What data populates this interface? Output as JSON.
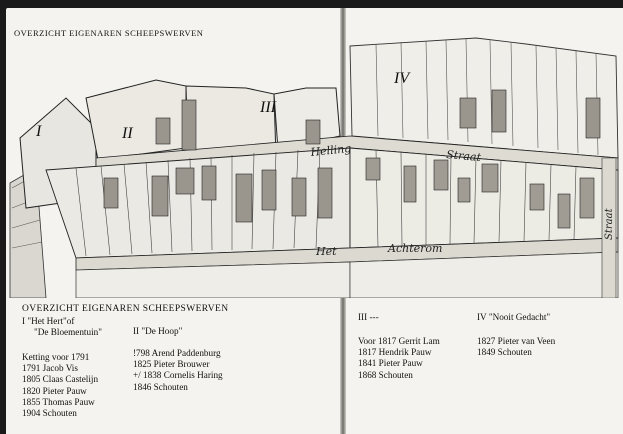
{
  "map": {
    "heading": "OVERZICHT EIGENAREN SCHEEPSWERVEN",
    "zone_labels": [
      "I",
      "II",
      "III",
      "IV"
    ],
    "street_labels": [
      "Helling",
      "Straat",
      "Het",
      "Achterom",
      "Straat"
    ]
  },
  "overview": {
    "title": "OVERZICHT EIGENAREN SCHEEPSWERVEN",
    "yard_1": {
      "name_line1": "I \"Het Hert\"of",
      "name_line2": "\"De Bloementuin\"",
      "owners": [
        "Ketting voor 1791",
        "1791 Jacob Vis",
        "1805 Claas Castelijn",
        "1820 Pieter Pauw",
        "1855 Thomas Pauw",
        "1904 Schouten"
      ]
    },
    "yard_2": {
      "name": "II \"De Hoop\"",
      "owners": [
        "!798 Arend Paddenburg",
        "1825 Pieter Brouwer",
        "+/ 1838 Cornelis Haring",
        "1846 Schouten"
      ]
    },
    "yard_3": {
      "name": "III ---",
      "owners": [
        "Voor 1817 Gerrit Lam",
        "1817 Hendrik Pauw",
        "1841 Pieter Pauw",
        "1868 Schouten"
      ]
    },
    "yard_4": {
      "name": "IV \"Nooit Gedacht\"",
      "owners": [
        "1827 Pieter van Veen",
        "1849 Schouten"
      ]
    }
  }
}
